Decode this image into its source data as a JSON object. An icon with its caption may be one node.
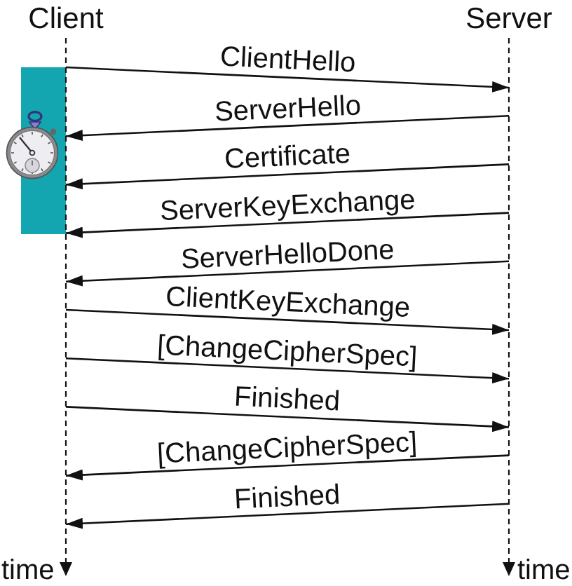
{
  "diagram": {
    "nodes": [
      {
        "text": [
          "Client"
        ]
      },
      {
        "text": [
          "Server"
        ]
      },
      {
        "text": [],
        "shape": "bar"
      }
    ],
    "edges": [
      {
        "from": 0,
        "to": 1,
        "arrow": "to",
        "label": "ClientHello"
      },
      {
        "from": 1,
        "to": 0,
        "arrow": "to",
        "label": "ServerHello"
      },
      {
        "from": 1,
        "to": 0,
        "arrow": "to",
        "label": "Certificate"
      },
      {
        "from": 1,
        "to": 0,
        "arrow": "to",
        "label": "ServerKeyExchange"
      },
      {
        "from": 1,
        "to": 0,
        "arrow": "to",
        "label": "ServerHelloDone"
      },
      {
        "from": 0,
        "to": 1,
        "arrow": "to",
        "label": "ClientKeyExchange"
      },
      {
        "from": 0,
        "to": 1,
        "arrow": "to",
        "label": "[ChangeCipherSpec]"
      },
      {
        "from": 0,
        "to": 1,
        "arrow": "to",
        "label": "Finished"
      },
      {
        "from": 1,
        "to": 0,
        "arrow": "to",
        "label": "[ChangeCipherSpec]"
      },
      {
        "from": 1,
        "to": 0,
        "arrow": "to",
        "label": "Finished"
      }
    ],
    "labels": [
      "time",
      "time"
    ]
  }
}
